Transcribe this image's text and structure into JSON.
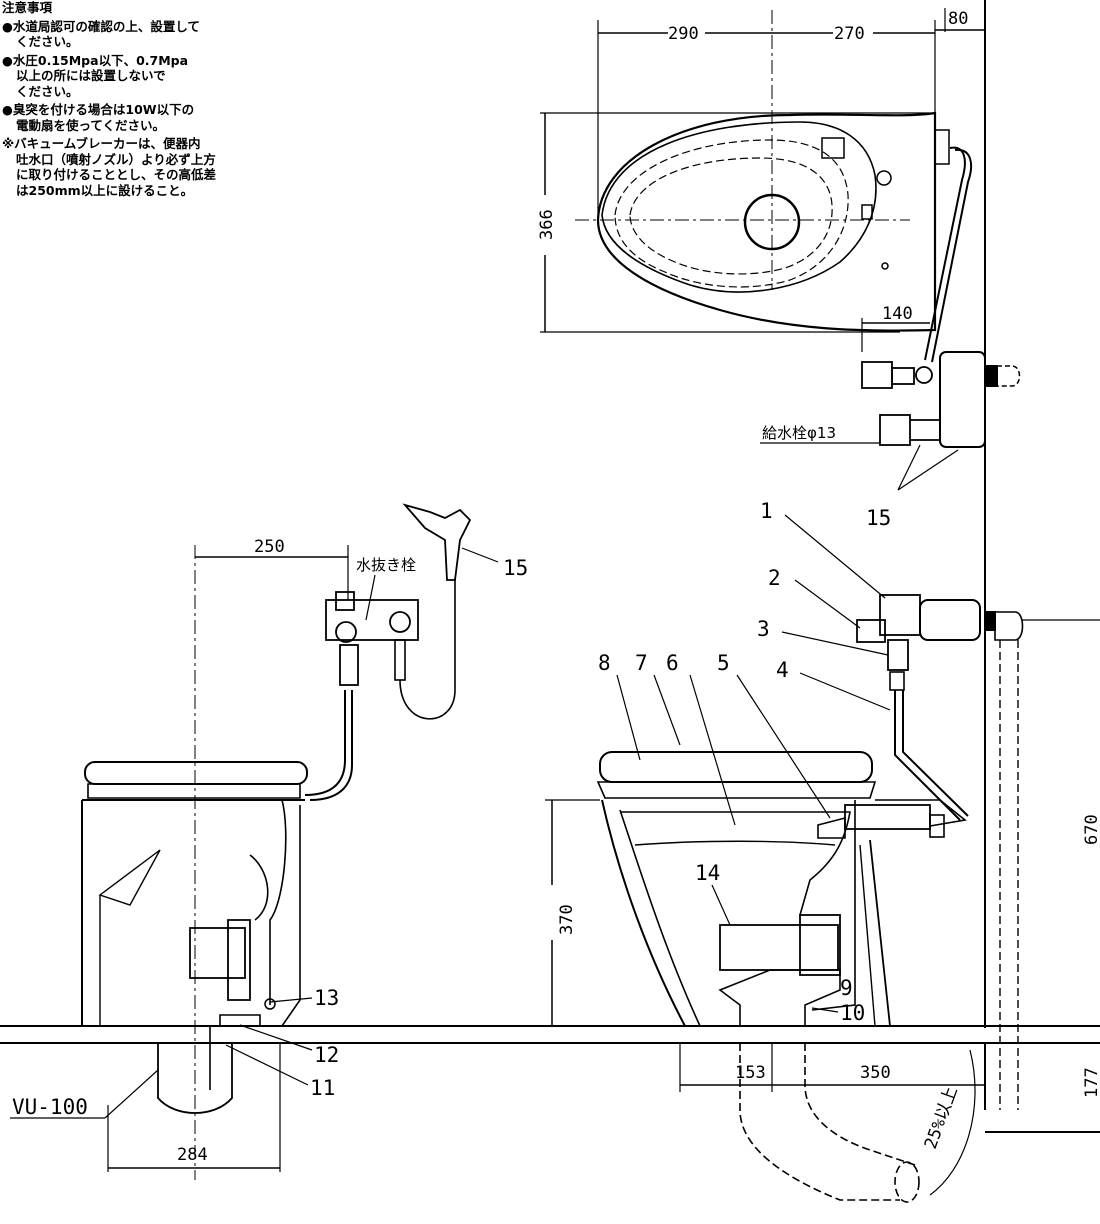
{
  "notes": {
    "title": "注意事項",
    "items": [
      [
        "●水道局認可の確認の上、設置して",
        "ください。"
      ],
      [
        "●水圧0.15Mpa以下、0.7Mpa",
        "以上の所には設置しないで",
        "ください。"
      ],
      [
        "●臭突を付ける場合は10W以下の",
        "電動扇を使ってください。"
      ],
      [
        "※バキュームブレーカーは、便器内",
        "吐水口（噴射ノズル）より必ず上方",
        "に取り付けることとし、その高低差",
        "は250mm以上に設けること。"
      ]
    ]
  },
  "top_view": {
    "dim_left": "290",
    "dim_right": "270",
    "dim_wall": "80",
    "dim_depth": "366",
    "dim_supply": "140",
    "supply_label": "給水栓φ13",
    "part_15": "15"
  },
  "left_view": {
    "dim_offset": "250",
    "drain_cock_label": "水抜き栓",
    "part_15": "15",
    "part_13": "13",
    "part_12": "12",
    "part_11": "11",
    "pipe_label": "VU-100",
    "dim_bottom": "284"
  },
  "right_view": {
    "parts": [
      "1",
      "2",
      "3",
      "4",
      "5",
      "6",
      "7",
      "8",
      "9",
      "10",
      "14"
    ],
    "dim_height": "370",
    "dim_supply_height": "670",
    "dim_floor": "177",
    "dim_153": "153",
    "dim_350": "350",
    "slope_label": "25%以上"
  }
}
